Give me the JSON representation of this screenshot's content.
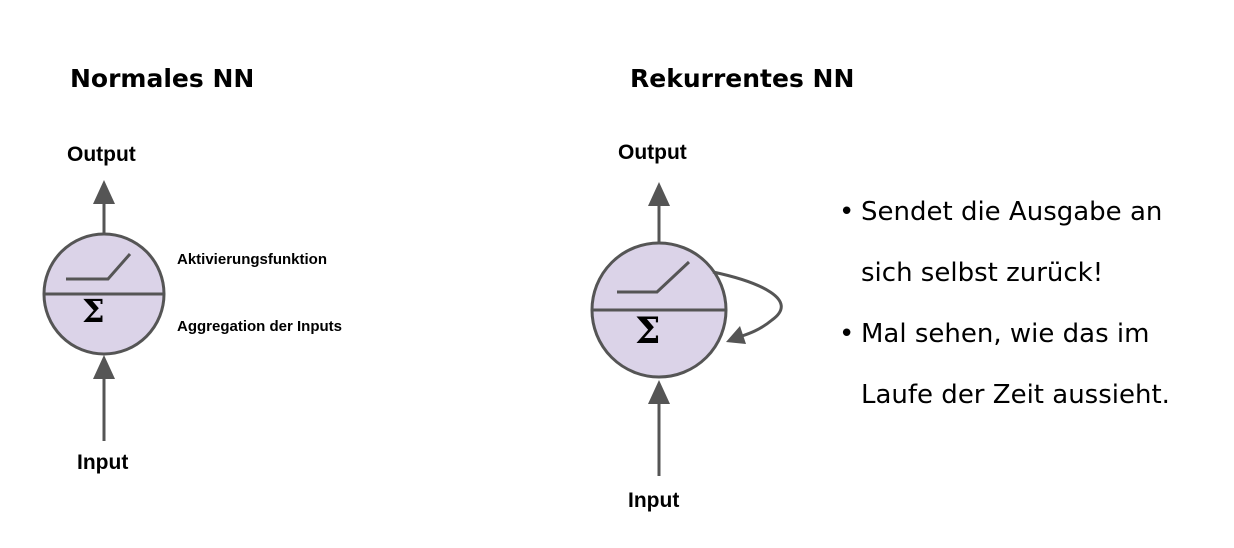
{
  "left": {
    "title": "Normales NN",
    "output_label": "Output",
    "input_label": "Input",
    "activation_label": "Aktivierungsfunktion",
    "aggregation_label": "Aggregation der Inputs",
    "sigma": "Σ"
  },
  "right": {
    "title": "Rekurrentes NN",
    "output_label": "Output",
    "input_label": "Input",
    "sigma": "Σ"
  },
  "bullets": [
    {
      "symbol": "•",
      "lines": [
        "Sendet die Ausgabe an",
        "sich selbst zurück!"
      ]
    },
    {
      "symbol": "•",
      "lines": [
        "Mal sehen, wie das im",
        "Laufe der Zeit aussieht."
      ]
    }
  ],
  "colors": {
    "neuron_fill": "#dbd3e8",
    "stroke": "#555555"
  }
}
